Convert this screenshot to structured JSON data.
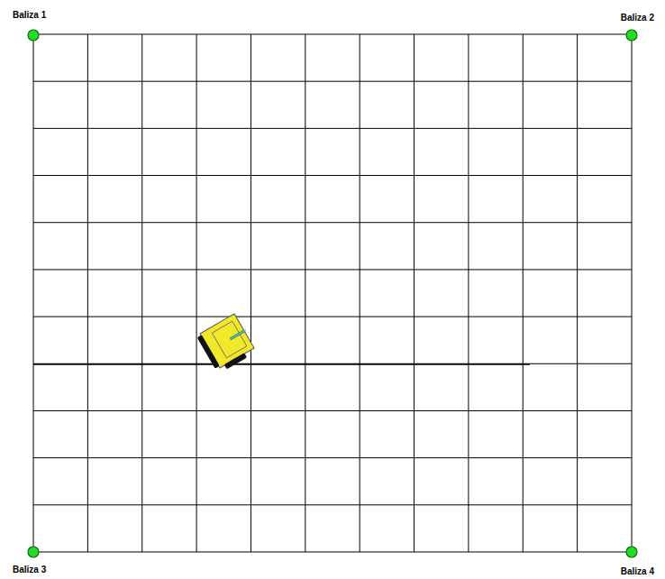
{
  "diagram": {
    "labels": [
      "Baliza 1",
      "Baliza 2",
      "Baliza 3",
      "Baliza 4"
    ]
  }
}
